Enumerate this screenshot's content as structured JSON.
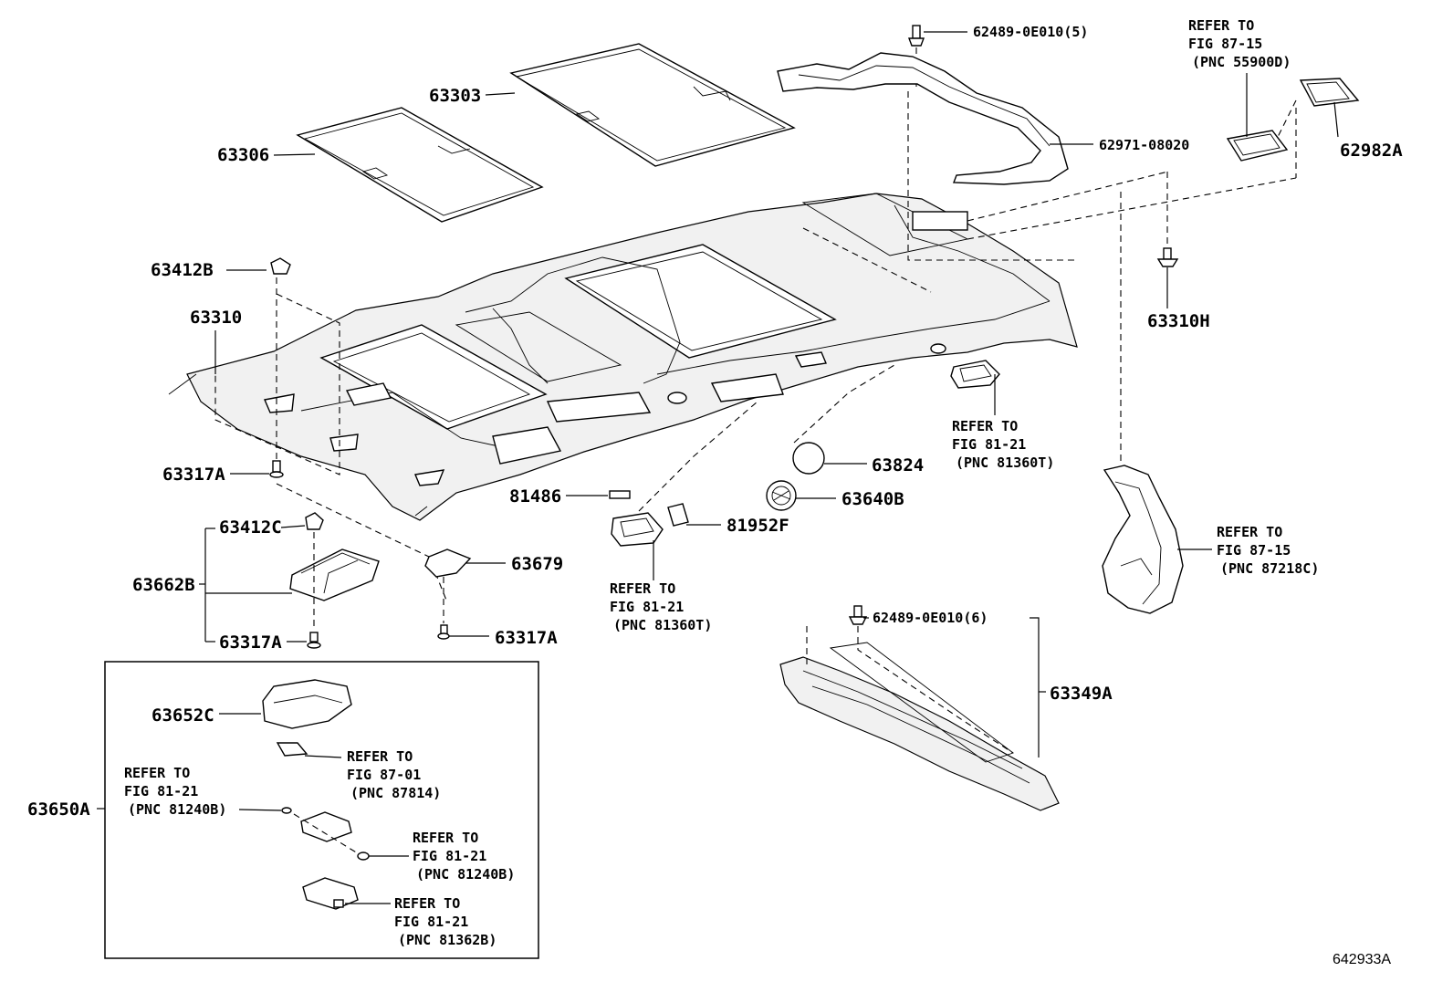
{
  "labels": {
    "p63303": "63303",
    "p63306": "63306",
    "p62489_5": "62489-0E010(5)",
    "p62971": "62971-08020",
    "p62982A": "62982A",
    "p63412B": "63412B",
    "p63310": "63310",
    "p63310H": "63310H",
    "p63317A_1": "63317A",
    "p63317A_2": "63317A",
    "p63317A_3": "63317A",
    "p63412C": "63412C",
    "p63662B": "63662B",
    "p63679": "63679",
    "p81486": "81486",
    "p81952F": "81952F",
    "p63824": "63824",
    "p63640B": "63640B",
    "p62489_6": "62489-0E010(6)",
    "p63349A": "63349A",
    "p63652C": "63652C",
    "p63650A": "63650A",
    "figure_id": "642933A"
  },
  "refs": {
    "r1": [
      "REFER TO",
      "FIG 87-15",
      "(PNC 55900D)"
    ],
    "r2": [
      "REFER TO",
      "FIG 81-21",
      "(PNC 81360T)"
    ],
    "r3": [
      "REFER TO",
      "FIG 87-15",
      "(PNC 87218C)"
    ],
    "r4": [
      "REFER TO",
      "FIG 81-21",
      "(PNC 81360T)"
    ],
    "r5": [
      "REFER TO",
      "FIG 87-01",
      "(PNC 87814)"
    ],
    "r6": [
      "REFER TO",
      "FIG 81-21",
      "(PNC 81240B)"
    ],
    "r7": [
      "REFER TO",
      "FIG 81-21",
      "(PNC 81240B)"
    ],
    "r8": [
      "REFER TO",
      "FIG 81-21",
      "(PNC 81362B)"
    ]
  }
}
